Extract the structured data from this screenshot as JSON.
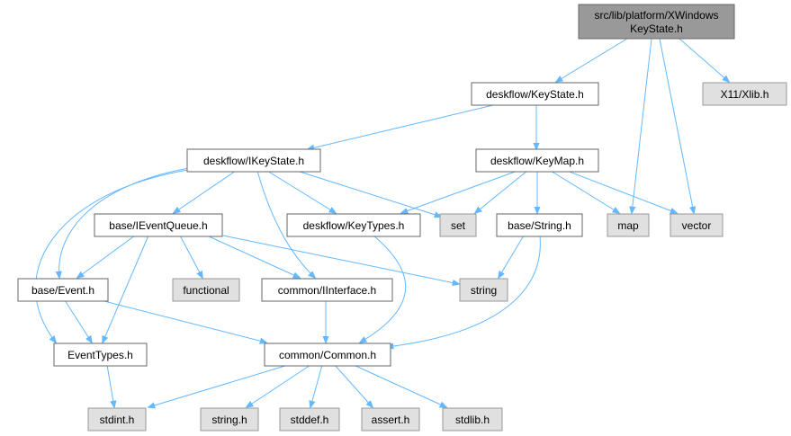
{
  "colors": {
    "edge": "#63b8ff",
    "root_fill": "#999999",
    "root_border": "#666666",
    "internal_fill": "#ffffff",
    "internal_border": "#666666",
    "external_fill": "#e0e0e0",
    "external_border": "#999999"
  },
  "nodes": {
    "root": {
      "lines": [
        "src/lib/platform/XWindows",
        "KeyState.h"
      ],
      "kind": "root"
    },
    "keystate": {
      "lines": [
        "deskflow/KeyState.h"
      ],
      "kind": "internal"
    },
    "xlib": {
      "lines": [
        "X11/Xlib.h"
      ],
      "kind": "external"
    },
    "ikeystate": {
      "lines": [
        "deskflow/IKeyState.h"
      ],
      "kind": "internal"
    },
    "keymap": {
      "lines": [
        "deskflow/KeyMap.h"
      ],
      "kind": "internal"
    },
    "ieventqueue": {
      "lines": [
        "base/IEventQueue.h"
      ],
      "kind": "internal"
    },
    "keytypes": {
      "lines": [
        "deskflow/KeyTypes.h"
      ],
      "kind": "internal"
    },
    "set": {
      "lines": [
        "set"
      ],
      "kind": "external"
    },
    "string_h": {
      "lines": [
        "base/String.h"
      ],
      "kind": "internal"
    },
    "map": {
      "lines": [
        "map"
      ],
      "kind": "external"
    },
    "vector": {
      "lines": [
        "vector"
      ],
      "kind": "external"
    },
    "event": {
      "lines": [
        "base/Event.h"
      ],
      "kind": "internal"
    },
    "functional": {
      "lines": [
        "functional"
      ],
      "kind": "external"
    },
    "iinterface": {
      "lines": [
        "common/IInterface.h"
      ],
      "kind": "internal"
    },
    "string": {
      "lines": [
        "string"
      ],
      "kind": "external"
    },
    "eventtypes": {
      "lines": [
        "EventTypes.h"
      ],
      "kind": "internal"
    },
    "common": {
      "lines": [
        "common/Common.h"
      ],
      "kind": "internal"
    },
    "stdint": {
      "lines": [
        "stdint.h"
      ],
      "kind": "external"
    },
    "stringh": {
      "lines": [
        "string.h"
      ],
      "kind": "external"
    },
    "stddef": {
      "lines": [
        "stddef.h"
      ],
      "kind": "external"
    },
    "assert": {
      "lines": [
        "assert.h"
      ],
      "kind": "external"
    },
    "stdlib": {
      "lines": [
        "stdlib.h"
      ],
      "kind": "external"
    }
  },
  "edges": [
    [
      "root",
      "keystate"
    ],
    [
      "root",
      "xlib"
    ],
    [
      "root",
      "map"
    ],
    [
      "root",
      "vector"
    ],
    [
      "keystate",
      "ikeystate"
    ],
    [
      "keystate",
      "keymap"
    ],
    [
      "ikeystate",
      "ieventqueue"
    ],
    [
      "ikeystate",
      "keytypes"
    ],
    [
      "ikeystate",
      "set"
    ],
    [
      "ikeystate",
      "event"
    ],
    [
      "ikeystate",
      "eventtypes"
    ],
    [
      "ikeystate",
      "iinterface"
    ],
    [
      "keymap",
      "keytypes"
    ],
    [
      "keymap",
      "set"
    ],
    [
      "keymap",
      "string_h"
    ],
    [
      "keymap",
      "map"
    ],
    [
      "keymap",
      "vector"
    ],
    [
      "ieventqueue",
      "event"
    ],
    [
      "ieventqueue",
      "functional"
    ],
    [
      "ieventqueue",
      "iinterface"
    ],
    [
      "ieventqueue",
      "string"
    ],
    [
      "ieventqueue",
      "eventtypes"
    ],
    [
      "keytypes",
      "common"
    ],
    [
      "string_h",
      "string"
    ],
    [
      "string_h",
      "common"
    ],
    [
      "event",
      "eventtypes"
    ],
    [
      "event",
      "common"
    ],
    [
      "iinterface",
      "common"
    ],
    [
      "eventtypes",
      "stdint"
    ],
    [
      "common",
      "stdint"
    ],
    [
      "common",
      "stringh"
    ],
    [
      "common",
      "stddef"
    ],
    [
      "common",
      "assert"
    ],
    [
      "common",
      "stdlib"
    ]
  ]
}
